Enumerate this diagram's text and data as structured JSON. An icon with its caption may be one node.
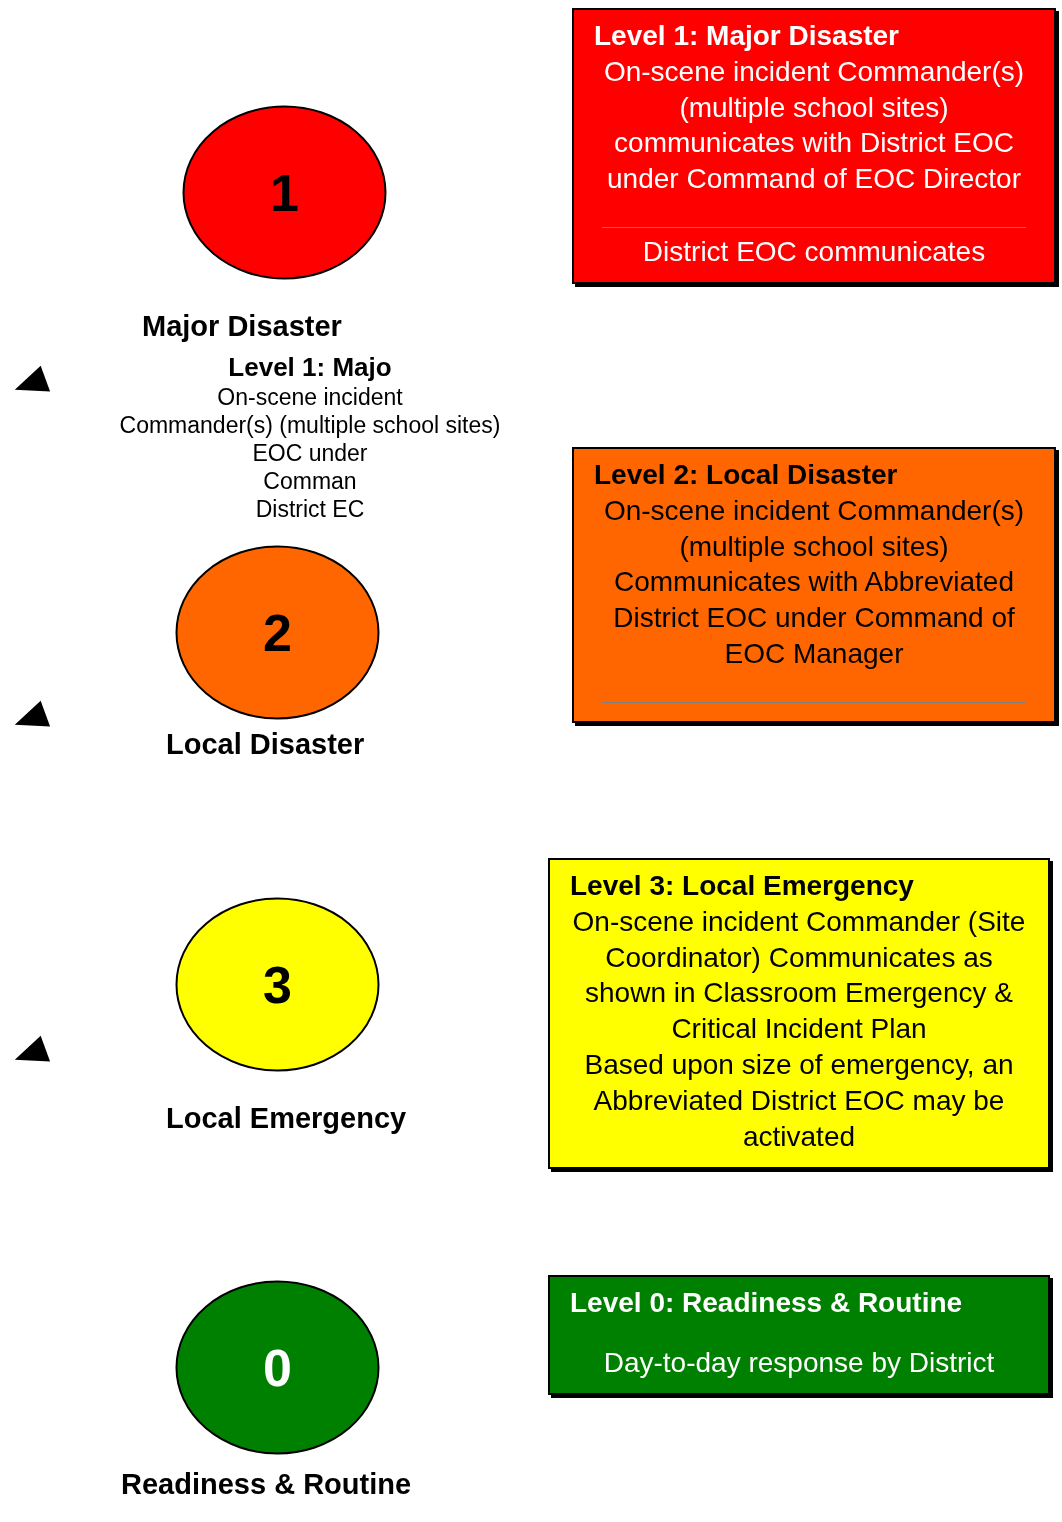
{
  "diagram": {
    "nodes": [
      {
        "text": [
          "1"
        ],
        "beside": [
          "Major Disaster"
        ]
      },
      {
        "text": [
          "Level 1: Major Disaster",
          "On-scene incident Commander(s) (multiple school sites) communicates with District EOC under Command of EOC Director",
          "District EOC communicates"
        ]
      },
      {
        "text": [
          "2"
        ],
        "beside": [
          "Local Disaster"
        ]
      },
      {
        "text": [
          "Level 2: Local Disaster",
          "On-scene incident Commander(s) (multiple school sites) Communicates with Abbreviated District EOC under Command of EOC Manager"
        ]
      },
      {
        "text": [
          "3"
        ],
        "beside": [
          "Local Emergency"
        ]
      },
      {
        "text": [
          "Level 3: Local Emergency",
          "On-scene incident Commander (Site Coordinator) Communicates as shown in Classroom Emergency & Critical Incident Plan",
          "Based upon size of emergency, an Abbreviated District EOC may be activated"
        ]
      },
      {
        "text": [
          "0"
        ],
        "beside": [
          "Readiness & Routine"
        ]
      },
      {
        "text": [
          "Level 0: Readiness & Routine",
          "Day-to-day response by District"
        ]
      }
    ],
    "labels": [
      "Level 1: Majo",
      "On-scene incident",
      "Commander(s) (multiple school sites)",
      "EOC under",
      "Comman",
      "District EC"
    ]
  }
}
